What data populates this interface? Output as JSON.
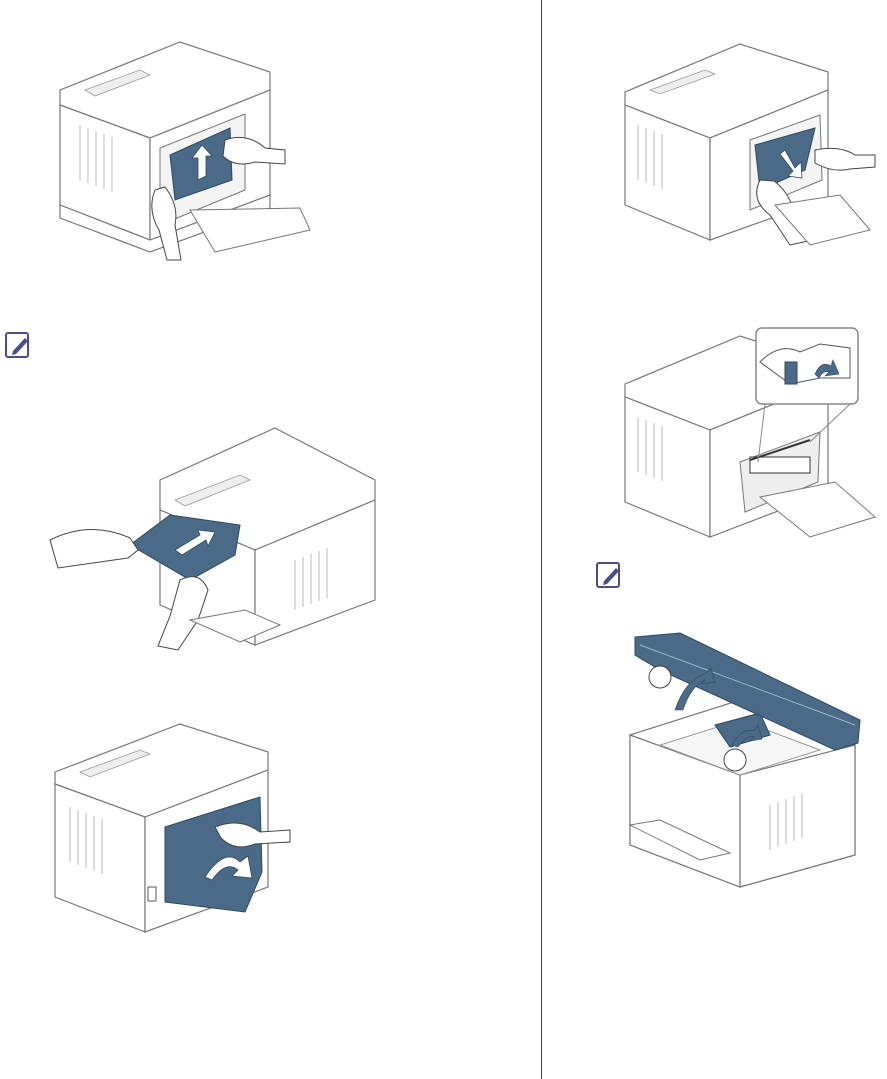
{
  "page": {
    "column_divider_color": "#3d3d8f",
    "accent_color": "#4a6a87",
    "note_icon_color": "#4b4b8f",
    "illustrations": [
      {
        "id": "fig-1",
        "icon": "printer-rear-fuser-jam-pull-up"
      },
      {
        "id": "fig-2",
        "icon": "printer-front-exit-jam-pull-out"
      },
      {
        "id": "fig-3",
        "icon": "printer-rear-cover-close"
      },
      {
        "id": "fig-4",
        "icon": "printer-rear-duplex-jam-pull-down"
      },
      {
        "id": "fig-5",
        "icon": "printer-fuser-lever-detail"
      },
      {
        "id": "fig-6",
        "icon": "printer-scanner-lid-and-inner-cover-open"
      }
    ],
    "notes": [
      {
        "id": "note-1",
        "icon": "note-pencil-icon"
      },
      {
        "id": "note-2",
        "icon": "note-pencil-icon"
      }
    ],
    "callouts": {
      "first": "",
      "second": ""
    }
  }
}
